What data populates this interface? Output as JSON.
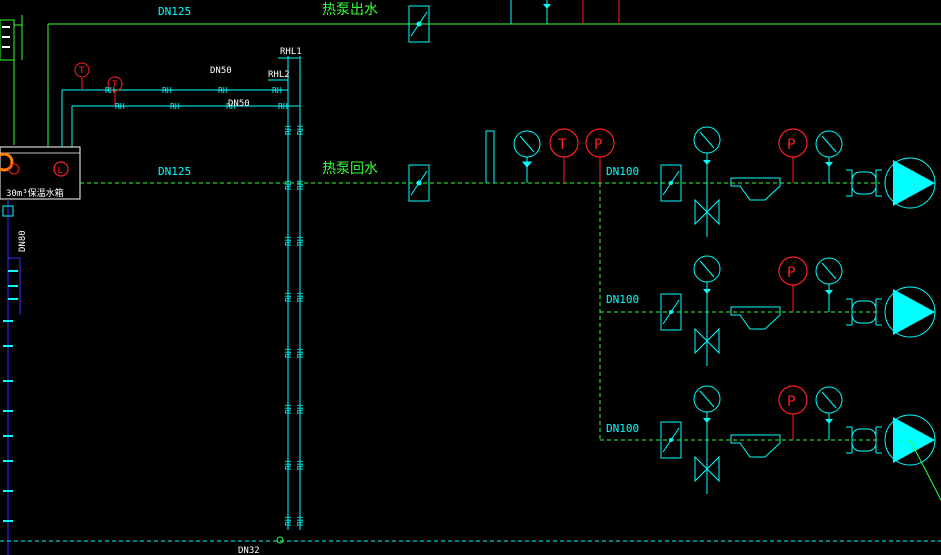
{
  "labels": {
    "dn125_top": "DN125",
    "dn125_mid": "DN125",
    "supply_label": "热泵出水",
    "return_label": "热泵回水",
    "rhl1": "RHL1",
    "rhl2": "RHL2",
    "dn50_a": "DN50",
    "dn50_b": "DN50",
    "dn100_1": "DN100",
    "dn100_2": "DN100",
    "dn100_3": "DN100",
    "dn32": "DN32",
    "dn80": "DN80",
    "rh": "RH",
    "t": "T",
    "p": "P",
    "l": "L",
    "tank_note": "30m³保温水箱"
  },
  "colors": {
    "green_pipe": "#33ff33",
    "cyan": "#00ffff",
    "red": "#ff2020",
    "white": "#ffffff",
    "blue": "#3030ff",
    "orange": "#ff8000"
  }
}
